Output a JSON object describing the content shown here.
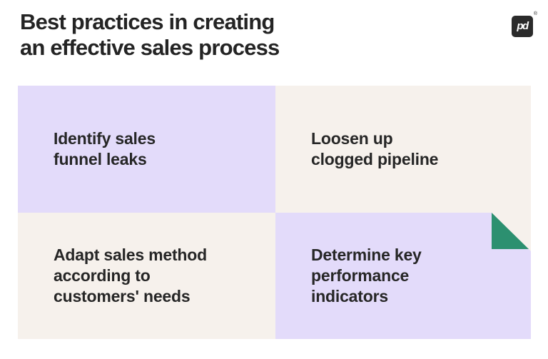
{
  "header": {
    "title_lines": [
      "Best practices in creating",
      "an effective sales process"
    ],
    "logo": {
      "text": "pd",
      "trademark": "®"
    }
  },
  "cards": [
    {
      "lines": [
        "Identify sales",
        "funnel leaks"
      ],
      "bg": "#e3dbfa"
    },
    {
      "lines": [
        "Loosen up",
        "clogged pipeline"
      ],
      "bg": "#f6f1ec"
    },
    {
      "lines": [
        "Adapt sales method",
        "according to",
        "customers' needs"
      ],
      "bg": "#f6f1ec"
    },
    {
      "lines": [
        "Determine key",
        "performance",
        "indicators"
      ],
      "bg": "#e3dbfa",
      "folded_corner": true
    }
  ],
  "colors": {
    "lavender": "#e3dbfa",
    "cream": "#f6f1ec",
    "fold_green": "#2c9070",
    "title_text": "#242424",
    "card_text": "#262626",
    "logo_bg": "#2b2b2b",
    "page_bg": "#ffffff"
  }
}
